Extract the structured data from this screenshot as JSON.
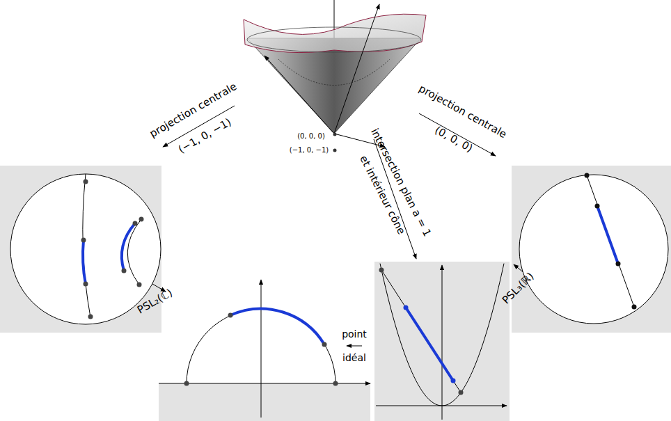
{
  "diagram": {
    "labels": [
      "(0, 0, 0)",
      "(−1, 0, −1)",
      "projection centrale",
      "(−1, 0, −1)",
      "intersection plan a = 1",
      "et intérieur cône",
      "projection centrale",
      "(0, 0, 0)",
      "PSL₂(ℂ)",
      "PSL₃(ℝ)",
      "point",
      "idéal"
    ]
  }
}
